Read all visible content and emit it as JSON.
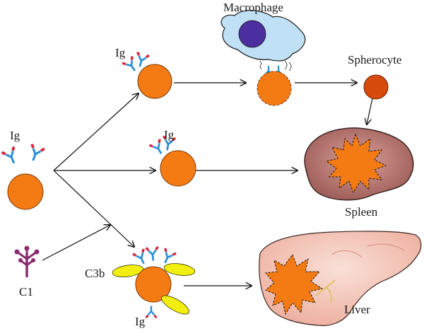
{
  "labels": {
    "macrophage": "Macrophage",
    "spherocyte": "Spherocyte",
    "spleen": "Spleen",
    "liver": "Liver",
    "ig_left": "Ig",
    "ig_top": "Ig",
    "ig_middle": "Ig",
    "ig_bottom": "Ig",
    "c1": "C1",
    "c3b": "C3b"
  },
  "colors": {
    "red_cell": "#f47a14",
    "red_cell_stroke": "#7a3a08",
    "spherocyte": "#d64b0b",
    "antibody_blue": "#2a8fd6",
    "antibody_red": "#d3283c",
    "c1": "#8a2a6e",
    "c3b": "#f2ee12",
    "macrophage_body": "#bfe0f5",
    "macrophage_nucleus": "#4b2fa0",
    "spleen": "#b5746f",
    "liver": "#f6cfc4"
  }
}
